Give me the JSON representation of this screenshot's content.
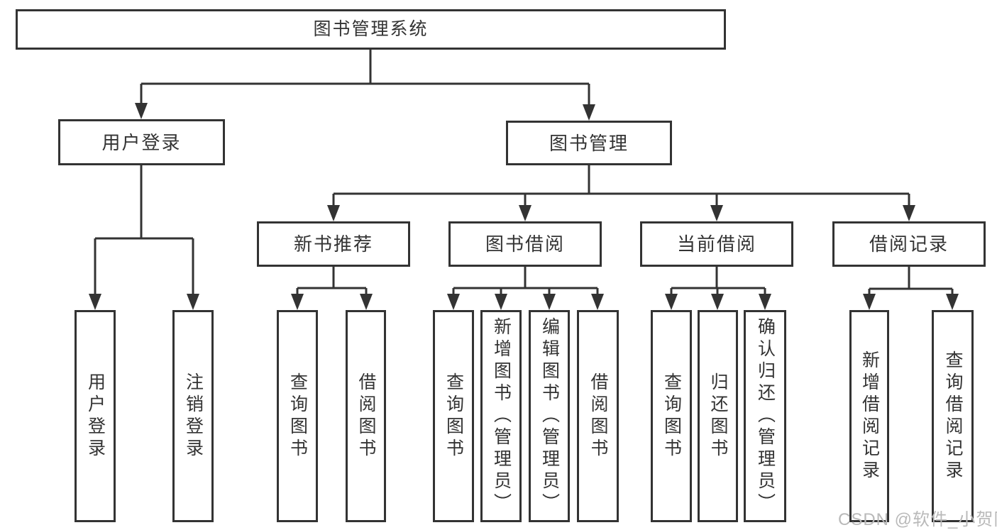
{
  "diagram": {
    "watermark": "CSDN @软件_小贺同学",
    "colors": {
      "line": "#333333",
      "text": "#333333",
      "box_background": "#ffffff",
      "page_background": "#ffffff",
      "watermark": "#b9b9b9"
    },
    "nodes": {
      "root": "图书管理系统",
      "user_login": "用户登录",
      "book_mgmt": "图书管理",
      "new_book_rec": "新书推荐",
      "book_borrow": "图书借阅",
      "current_borrow": "当前借阅",
      "borrow_records": "借阅记录",
      "leaf_user_login": "用户登录",
      "leaf_logout": "注销登录",
      "rec_query_book": "查询图书",
      "rec_borrow_book": "借阅图书",
      "bb_query_book": "查询图书",
      "bb_add_book": "新增图书（管理员）",
      "bb_edit_book": "编辑图书（管理员）",
      "bb_borrow_book": "借阅图书",
      "cb_query_book": "查询图书",
      "cb_return_book": "归还图书",
      "cb_confirm_return": "确认归还（管理员）",
      "br_add_record": "新增借阅记录",
      "br_query_record": "查询借阅记录"
    }
  }
}
